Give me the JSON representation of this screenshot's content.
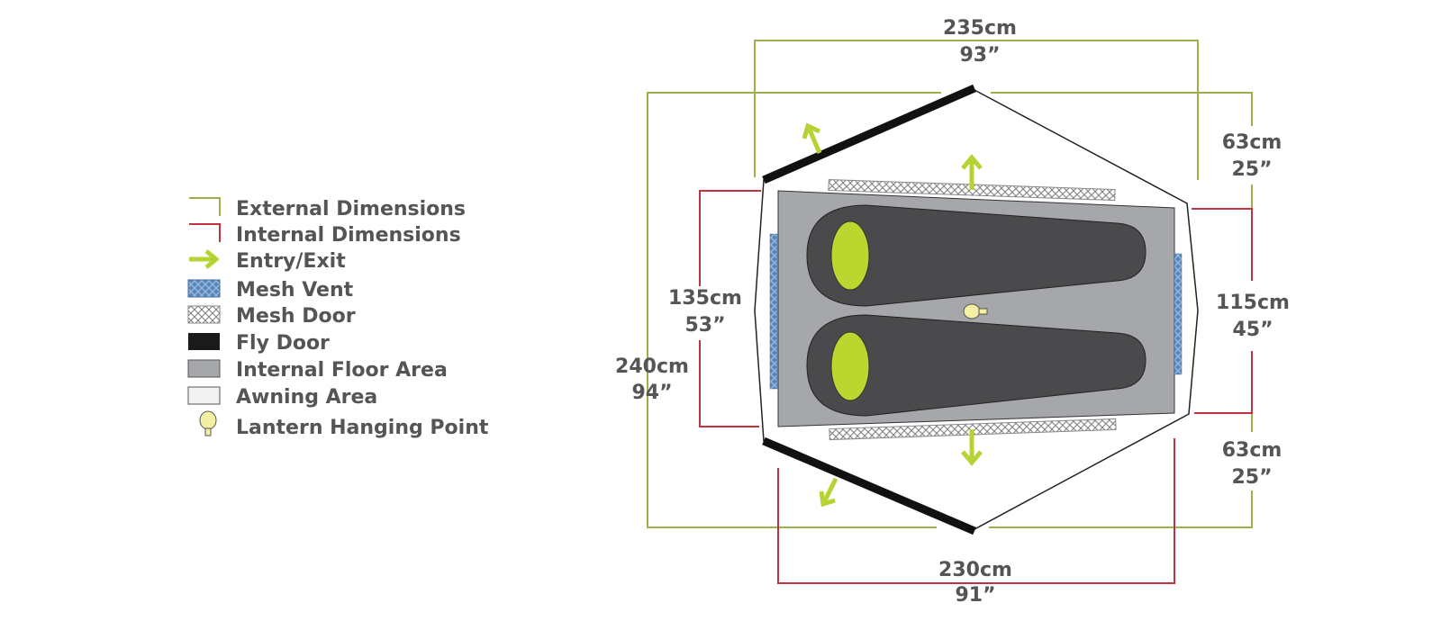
{
  "legend": {
    "items": [
      {
        "key": "external",
        "label": "External Dimensions"
      },
      {
        "key": "internal",
        "label": "Internal Dimensions"
      },
      {
        "key": "entry",
        "label": "Entry/Exit"
      },
      {
        "key": "mesh_vent",
        "label": "Mesh Vent"
      },
      {
        "key": "mesh_door",
        "label": "Mesh Door"
      },
      {
        "key": "fly_door",
        "label": "Fly Door"
      },
      {
        "key": "floor",
        "label": "Internal Floor Area"
      },
      {
        "key": "awning",
        "label": "Awning Area"
      },
      {
        "key": "lantern",
        "label": "Lantern Hanging Point"
      }
    ]
  },
  "dimensions": {
    "top_external": {
      "cm": "235cm",
      "in": "93”"
    },
    "bottom_internal": {
      "cm": "230cm",
      "in": "91”"
    },
    "left_external": {
      "cm": "240cm",
      "in": "94”"
    },
    "left_internal": {
      "cm": "135cm",
      "in": "53”"
    },
    "right_internal": {
      "cm": "115cm",
      "in": "45”"
    },
    "right_top_awning": {
      "cm": "63cm",
      "in": "25”"
    },
    "right_bottom_awning": {
      "cm": "63cm",
      "in": "25”"
    }
  },
  "colors": {
    "external": "#9bb04a",
    "internal": "#c0333f",
    "entry": "#b5d334",
    "mesh_vent": "#5a85bd",
    "fly_door": "#1a1a1a",
    "floor": "#a5a7aa",
    "awning": "#f2f2f2",
    "sleeping_bag": "#4a4a4c",
    "pillow": "#bcd630",
    "lantern": "#f3f0a4"
  }
}
